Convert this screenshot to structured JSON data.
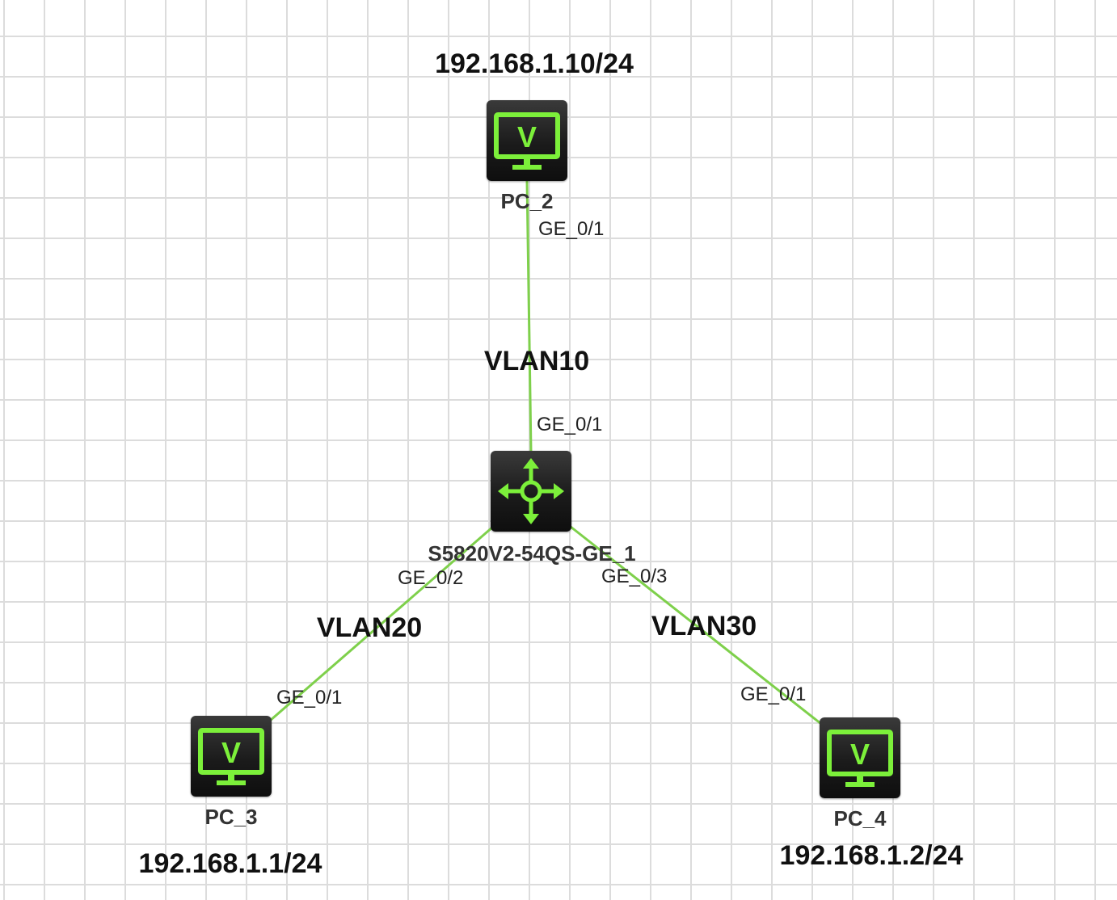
{
  "colors": {
    "link": "#7ed04b",
    "icon_accent": "#7cf03a",
    "device_body": "#1b1b1b",
    "grid": "#dcdcdc"
  },
  "devices": {
    "pc2": {
      "name": "PC_2",
      "ip": "192.168.1.10/24",
      "icon": "monitor-v-icon"
    },
    "pc3": {
      "name": "PC_3",
      "ip": "192.168.1.1/24",
      "icon": "monitor-v-icon"
    },
    "pc4": {
      "name": "PC_4",
      "ip": "192.168.1.2/24",
      "icon": "monitor-v-icon"
    },
    "switch": {
      "name": "S5820V2-54QS-GE_1",
      "icon": "switch-arrows-icon"
    }
  },
  "links": [
    {
      "from": "PC_2",
      "to": "S5820V2-54QS-GE_1",
      "from_port": "GE_0/1",
      "to_port": "GE_0/1",
      "vlan": "VLAN10"
    },
    {
      "from": "PC_3",
      "to": "S5820V2-54QS-GE_1",
      "from_port": "GE_0/1",
      "to_port": "GE_0/2",
      "vlan": "VLAN20"
    },
    {
      "from": "PC_4",
      "to": "S5820V2-54QS-GE_1",
      "from_port": "GE_0/1",
      "to_port": "GE_0/3",
      "vlan": "VLAN30"
    }
  ]
}
